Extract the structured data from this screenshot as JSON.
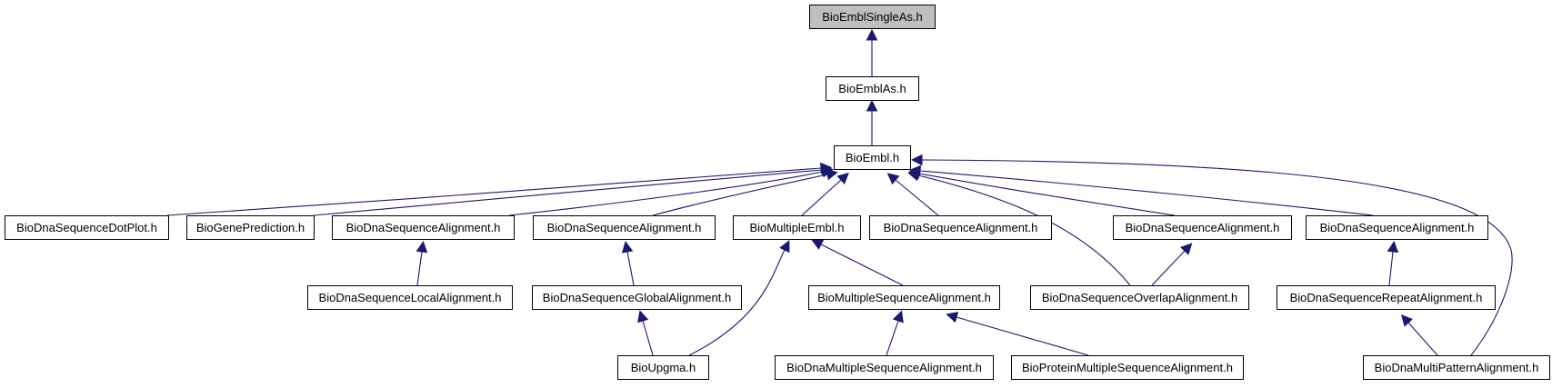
{
  "diagram": {
    "type": "include-dependency-graph",
    "colors": {
      "edge": "#191970",
      "root_fill": "#bfbfbf",
      "node_fill": "#ffffff",
      "node_border": "#000000"
    },
    "nodes": [
      {
        "id": "n0",
        "label": "BioEmblSingleAs.h",
        "root": true
      },
      {
        "id": "n1",
        "label": "BioEmblAs.h"
      },
      {
        "id": "n2",
        "label": "BioEmbl.h"
      },
      {
        "id": "n3",
        "label": "BioDnaSequenceDotPlot.h"
      },
      {
        "id": "n4",
        "label": "BioGenePrediction.h"
      },
      {
        "id": "n5",
        "label": "BioDnaSequenceAlignment.h"
      },
      {
        "id": "n6",
        "label": "BioDnaSequenceAlignment.h"
      },
      {
        "id": "n7",
        "label": "BioMultipleEmbl.h"
      },
      {
        "id": "n8",
        "label": "BioDnaSequenceAlignment.h"
      },
      {
        "id": "n9",
        "label": "BioDnaSequenceAlignment.h"
      },
      {
        "id": "n10",
        "label": "BioDnaSequenceAlignment.h"
      },
      {
        "id": "n11",
        "label": "BioDnaSequenceLocalAlignment.h"
      },
      {
        "id": "n12",
        "label": "BioDnaSequenceGlobalAlignment.h"
      },
      {
        "id": "n13",
        "label": "BioMultipleSequenceAlignment.h"
      },
      {
        "id": "n14",
        "label": "BioDnaSequenceOverlapAlignment.h"
      },
      {
        "id": "n15",
        "label": "BioDnaSequenceRepeatAlignment.h"
      },
      {
        "id": "n16",
        "label": "BioUpgma.h"
      },
      {
        "id": "n17",
        "label": "BioDnaMultipleSequenceAlignment.h"
      },
      {
        "id": "n18",
        "label": "BioProteinMultipleSequenceAlignment.h"
      },
      {
        "id": "n19",
        "label": "BioDnaMultiPatternAlignment.h"
      }
    ],
    "edges": [
      {
        "from": "n1",
        "to": "n0"
      },
      {
        "from": "n2",
        "to": "n1"
      },
      {
        "from": "n3",
        "to": "n2"
      },
      {
        "from": "n4",
        "to": "n2"
      },
      {
        "from": "n5",
        "to": "n2"
      },
      {
        "from": "n6",
        "to": "n2"
      },
      {
        "from": "n7",
        "to": "n2"
      },
      {
        "from": "n8",
        "to": "n2"
      },
      {
        "from": "n14",
        "to": "n2"
      },
      {
        "from": "n9",
        "to": "n2"
      },
      {
        "from": "n10",
        "to": "n2"
      },
      {
        "from": "n19",
        "to": "n2"
      },
      {
        "from": "n11",
        "to": "n5"
      },
      {
        "from": "n12",
        "to": "n6"
      },
      {
        "from": "n16",
        "to": "n7"
      },
      {
        "from": "n13",
        "to": "n7"
      },
      {
        "from": "n14",
        "to": "n9"
      },
      {
        "from": "n15",
        "to": "n10"
      },
      {
        "from": "n16",
        "to": "n12"
      },
      {
        "from": "n17",
        "to": "n13"
      },
      {
        "from": "n18",
        "to": "n13"
      },
      {
        "from": "n19",
        "to": "n15"
      }
    ]
  }
}
